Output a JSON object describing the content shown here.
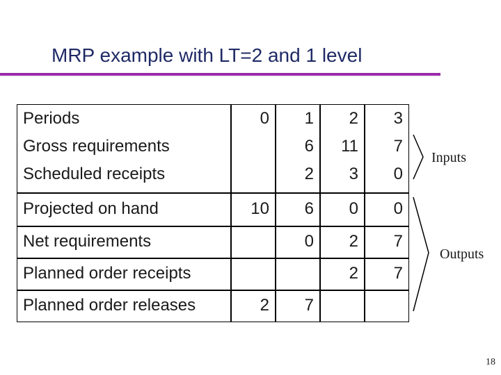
{
  "slide": {
    "title": "MRP example with LT=2 and 1 level",
    "page_number": "18"
  },
  "table": {
    "labels": {
      "periods": "Periods",
      "gross": "Gross requirements",
      "scheduled": "Scheduled receipts",
      "projected": "Projected on hand",
      "net": "Net requirements",
      "por": "Planned order receipts",
      "porl": "Planned order releases"
    },
    "periods": [
      "0",
      "1",
      "2",
      "3"
    ],
    "gross": [
      "6",
      "11",
      "7"
    ],
    "scheduled": [
      "2",
      "3",
      "0"
    ],
    "projected": [
      "10",
      "6",
      "0",
      "0"
    ],
    "net": [
      "0",
      "2",
      "7"
    ],
    "planned_receipts": [
      "2",
      "7"
    ],
    "planned_releases": [
      "2",
      "7"
    ]
  },
  "annotations": {
    "inputs": "Inputs",
    "outputs": "Outputs"
  }
}
